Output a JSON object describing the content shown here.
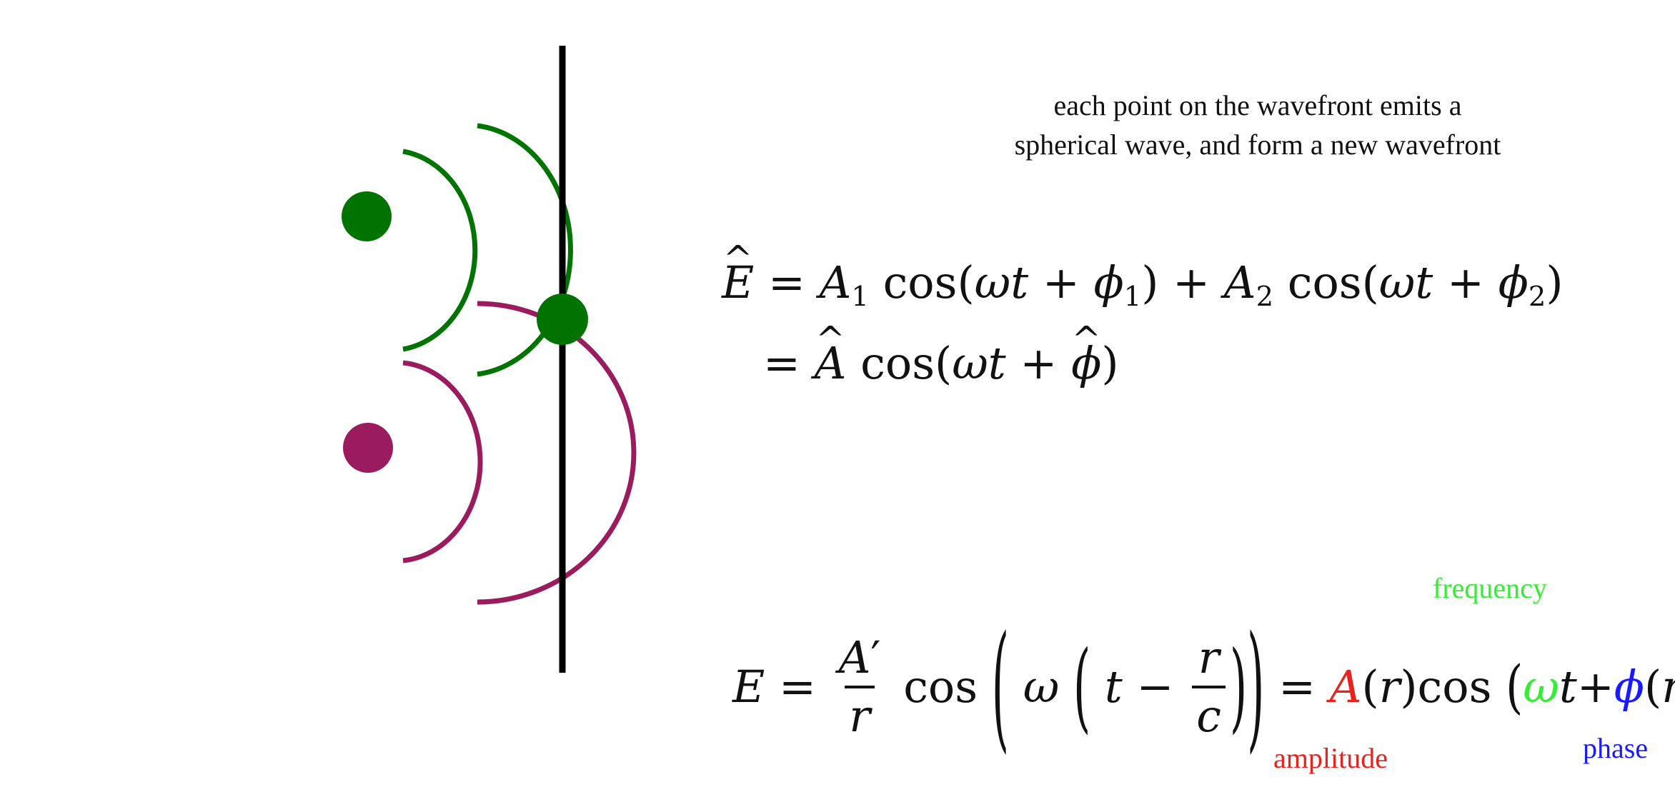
{
  "caption": {
    "line1": "each point on the wavefront emits a",
    "line2": "spherical wave, and form a new wavefront"
  },
  "colors": {
    "green": "#007300",
    "magenta": "#9b1b5f",
    "wavefront": "#000000",
    "amplitude": "#e8231e",
    "frequency": "#33ee33",
    "phase": "#1a1aff"
  },
  "labels": {
    "frequency": "frequency",
    "amplitude": "amplitude",
    "phase": "phase"
  }
}
